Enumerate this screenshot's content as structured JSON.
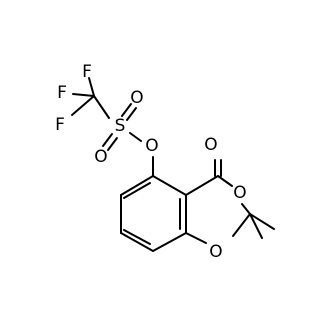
{
  "molecule": {
    "atoms": {
      "f1": "F",
      "f2": "F",
      "f3": "F",
      "s": "S",
      "o_s1": "O",
      "o_s2": "O",
      "o_ester": "O",
      "o_carbonyl": "O",
      "o_ring1": "O",
      "o_ring2": "O"
    }
  }
}
